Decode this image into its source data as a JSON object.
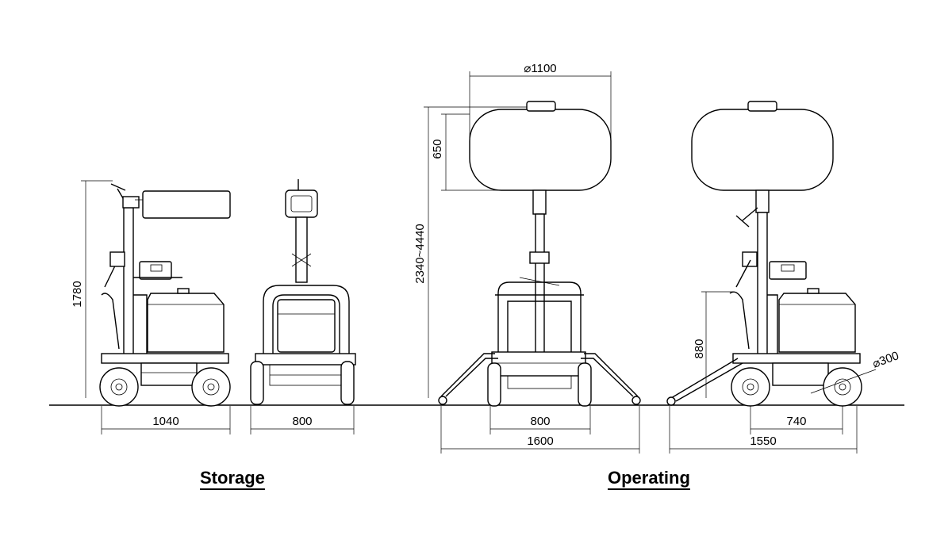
{
  "captions": {
    "storage": "Storage",
    "operating": "Operating"
  },
  "dimensions": {
    "storage_height": "1780",
    "storage_side_length": "1040",
    "storage_front_width": "800",
    "balloon_diameter": "⌀1100",
    "balloon_height": "650",
    "mast_height_range": "2340~4440",
    "operating_front_width": "800",
    "operating_outrigger_span": "1600",
    "operating_side_height": "880",
    "operating_wheelbase": "740",
    "operating_side_length": "1550",
    "wheel_diameter": "⌀300"
  }
}
